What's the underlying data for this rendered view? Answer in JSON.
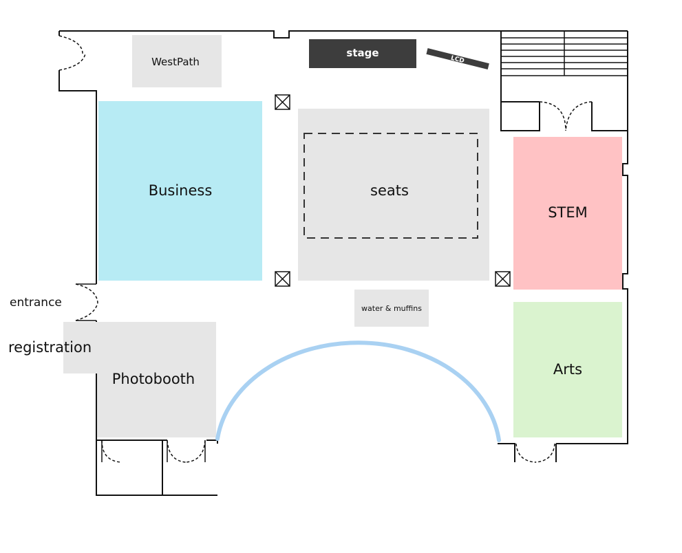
{
  "colors": {
    "wall": "#111111",
    "gray_zone": "#e6e6e6",
    "business": "#b7ebf4",
    "stem": "#ffc2c4",
    "arts": "#daf3cf",
    "stage": "#3d3d3d",
    "arch": "#a9d1f2"
  },
  "zones": {
    "westpath": "WestPath",
    "stage": "stage",
    "lcd": "LCD",
    "business": "Business",
    "seats": "seats",
    "stem": "STEM",
    "water": "water & muffins",
    "arts": "Arts",
    "photobooth": "Photobooth"
  },
  "outside_labels": {
    "entrance": "entrance",
    "registration": "registration"
  }
}
